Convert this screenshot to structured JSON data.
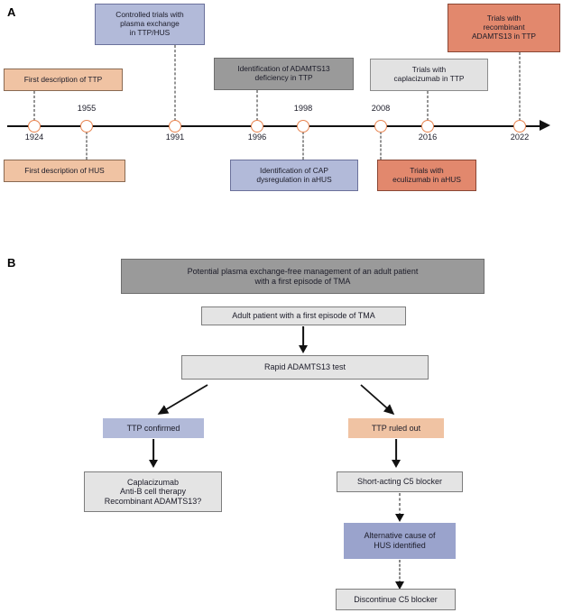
{
  "figure": {
    "panels": [
      {
        "letter": "A",
        "name": "timeline-panel"
      },
      {
        "letter": "B",
        "name": "flowchart-panel"
      }
    ]
  },
  "colors": {
    "peach": "#f0c3a3",
    "salmon": "#e2886d",
    "lavender": "#b2bad9",
    "lavender_dark": "#9aa3cc",
    "gray_dark": "#9a9a9a",
    "gray_light": "#e2e2e2",
    "node_ring": "#e8834f",
    "axis": "#111111"
  },
  "timeline": {
    "years": [
      {
        "label": "1924",
        "position": "below"
      },
      {
        "label": "1955",
        "position": "above"
      },
      {
        "label": "1991",
        "position": "below"
      },
      {
        "label": "1996",
        "position": "below"
      },
      {
        "label": "1998",
        "position": "above"
      },
      {
        "label": "2008",
        "position": "above"
      },
      {
        "label": "2016",
        "position": "below"
      },
      {
        "label": "2022",
        "position": "below"
      }
    ],
    "events_above": [
      {
        "text": "First description of TTP",
        "year": "1924",
        "style": "peach"
      },
      {
        "text": "Controlled trials with\nplasma exchange\nin TTP/HUS",
        "year": "1991",
        "style": "lavender"
      },
      {
        "text": "Identification of ADAMTS13\ndeficiency in TTP",
        "year": "1996",
        "style": "gray-dark"
      },
      {
        "text": "Trials with\ncaplacizumab in TTP",
        "year": "2016",
        "style": "gray-light"
      },
      {
        "text": "Trials with\nrecombinant\nADAMTS13 in TTP",
        "year": "2022",
        "style": "salmon"
      }
    ],
    "events_below": [
      {
        "text": "First description of HUS",
        "year": "1955",
        "style": "peach"
      },
      {
        "text": "Identification of CAP\ndysregulation in aHUS",
        "year": "1998",
        "style": "lavender"
      },
      {
        "text": "Trials with\neculizumab in aHUS",
        "year": "2008",
        "style": "salmon"
      }
    ]
  },
  "flowchart": {
    "title": "Potential plasma exchange-free management of an adult patient\nwith a first episode of TMA",
    "start": "Adult patient with a first episode of TMA",
    "test": "Rapid ADAMTS13 test",
    "left_branch": {
      "decision": "TTP confirmed",
      "treatment": "Caplacizumab\nAnti-B cell therapy\nRecombinant ADAMTS13?"
    },
    "right_branch": {
      "decision": "TTP ruled out",
      "step1": "Short-acting C5 blocker",
      "step2": "Alternative cause of\nHUS identified",
      "step3": "Discontinue C5 blocker"
    }
  }
}
